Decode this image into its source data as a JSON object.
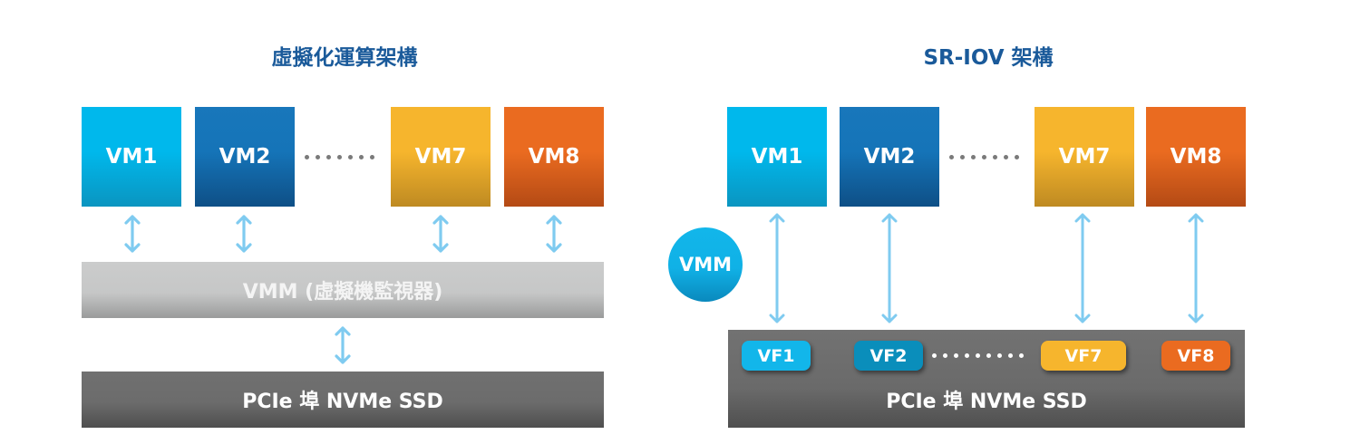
{
  "left_diagram": {
    "title": "虛擬化運算架構",
    "vms": [
      {
        "label": "VM1",
        "color": "#00b8ec"
      },
      {
        "label": "VM2",
        "color": "#1574b8"
      },
      {
        "label": "VM7",
        "color": "#f6b52d"
      },
      {
        "label": "VM8",
        "color": "#ea6b20"
      }
    ],
    "vmm_layer": "VMM (虛擬機監視器)",
    "ssd_layer": "PCIe 埠 NVMe SSD"
  },
  "right_diagram": {
    "title": "SR-IOV 架構",
    "vms": [
      {
        "label": "VM1",
        "color": "#00b8ec"
      },
      {
        "label": "VM2",
        "color": "#1574b8"
      },
      {
        "label": "VM7",
        "color": "#f6b52d"
      },
      {
        "label": "VM8",
        "color": "#ea6b20"
      }
    ],
    "vmm_node": "VMM",
    "virtual_functions": [
      {
        "label": "VF1",
        "color": "#12b6ea"
      },
      {
        "label": "VF2",
        "color": "#0a8ebb"
      },
      {
        "label": "VF7",
        "color": "#f6b52d"
      },
      {
        "label": "VF8",
        "color": "#ea6b20"
      }
    ],
    "ssd_layer": "PCIe 埠 NVMe SSD"
  },
  "colors": {
    "title": "#1a5a9a",
    "arrow": "#7fcbf0",
    "vmm_layer": "#c6c7c7",
    "ssd_layer": "#6c6c6c"
  }
}
